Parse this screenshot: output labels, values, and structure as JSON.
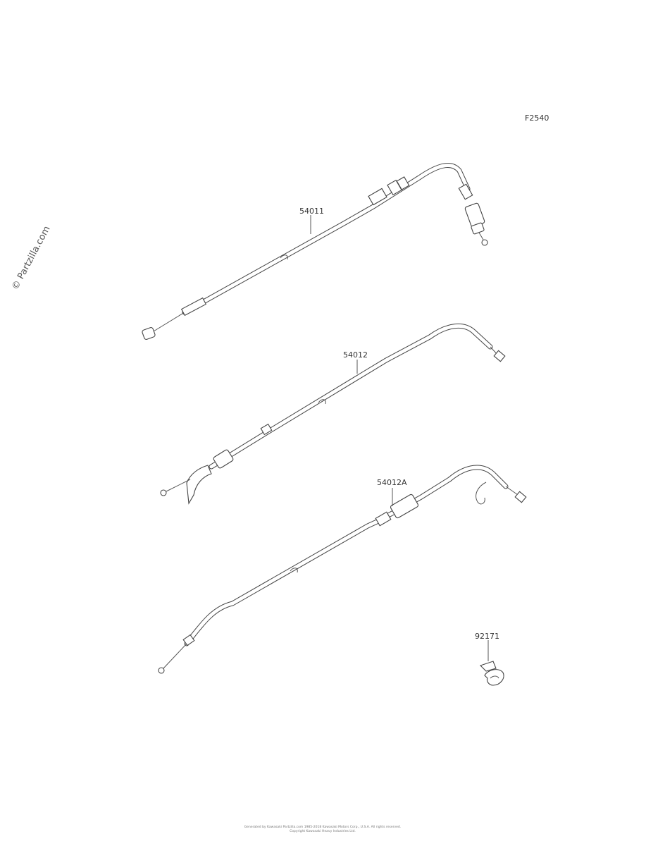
{
  "figure_code": "F2540",
  "watermark": "© Partzilla.com",
  "parts": [
    {
      "number": "54011"
    },
    {
      "number": "54012"
    },
    {
      "number": "54012A"
    },
    {
      "number": "92171"
    }
  ],
  "footer": {
    "line1": "Generated by Kawasaki Partzilla.com 1985-2018 Kawasaki Motors Corp., U.S.A. All rights reserved.",
    "line2": "Copyright Kawasaki Heavy Industries Ltd."
  }
}
